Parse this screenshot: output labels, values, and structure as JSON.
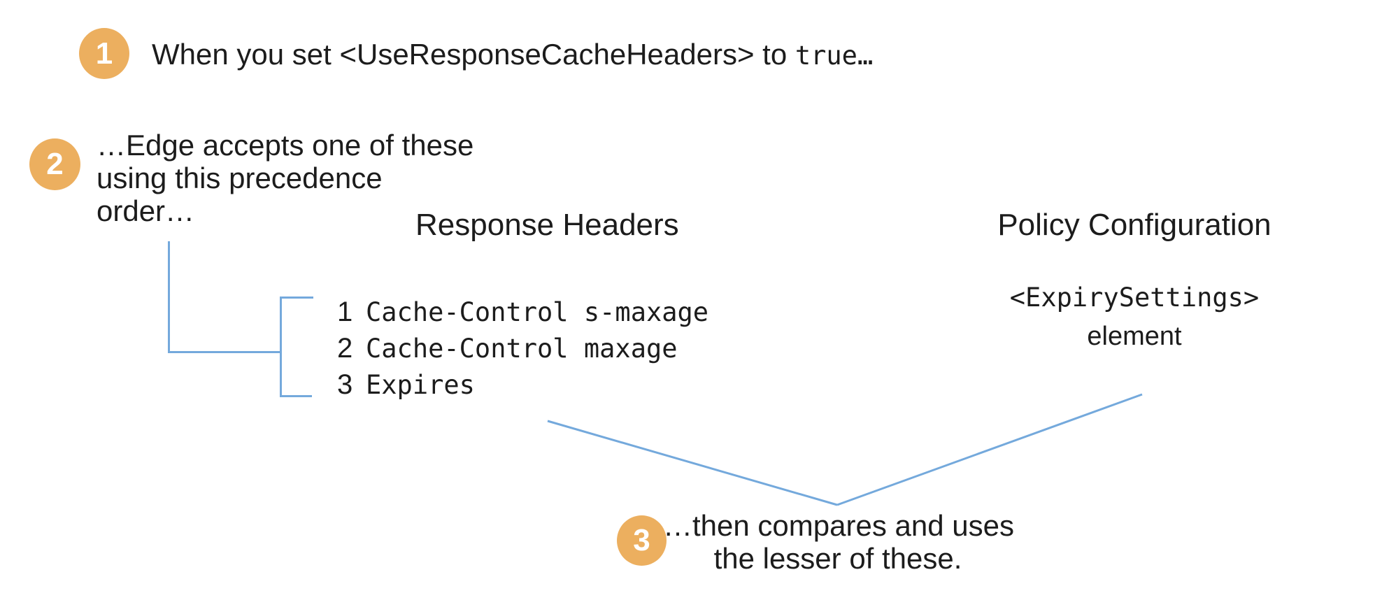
{
  "colors": {
    "accent_orange": "#ECAF5F",
    "connector_blue": "#74A9DC",
    "text_black": "#1C1C1C"
  },
  "steps": {
    "step1": {
      "badge": "1",
      "text_sans": "When you set <UseResponseCacheHeaders> to ",
      "text_mono": "true…"
    },
    "step2": {
      "badge": "2",
      "lines": [
        "…Edge accepts one of these",
        "using this precedence",
        "order…"
      ]
    },
    "step3": {
      "badge": "3",
      "lines": [
        "…then compares and uses",
        "the lesser of these."
      ]
    }
  },
  "response_headers": {
    "title": "Response Headers",
    "items": [
      {
        "num": "1",
        "code": "Cache-Control s-maxage"
      },
      {
        "num": "2",
        "code": "Cache-Control maxage"
      },
      {
        "num": "3",
        "code": "Expires"
      }
    ]
  },
  "policy_configuration": {
    "title": "Policy Configuration",
    "code": "<ExpirySettings>",
    "caption": "element"
  }
}
